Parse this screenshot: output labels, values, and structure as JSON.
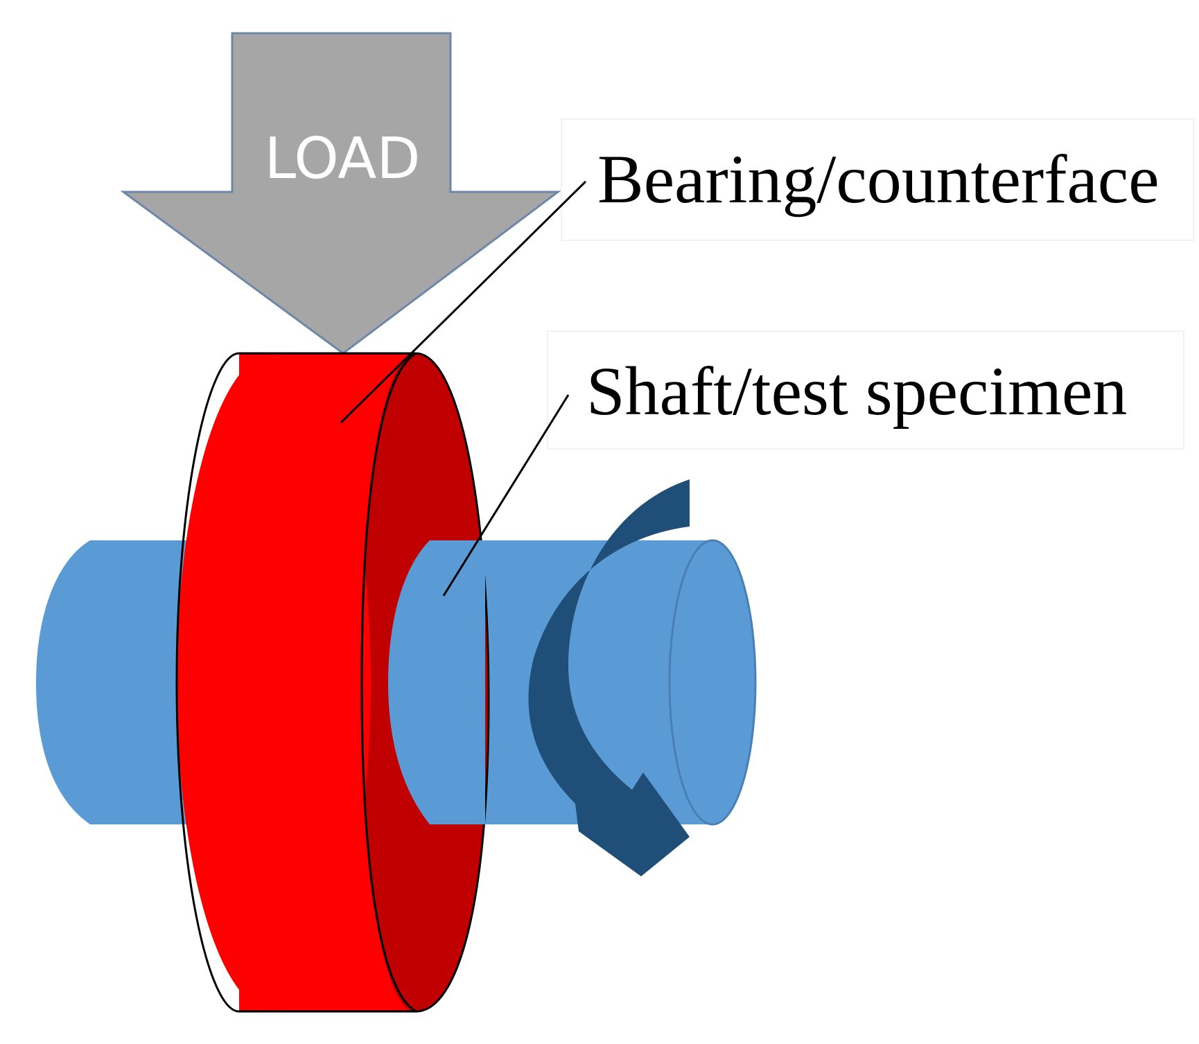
{
  "labels": {
    "load": "LOAD",
    "bearing": "Bearing/counterface",
    "shaft": "Shaft/test specimen"
  },
  "colors": {
    "load_arrow_fill": "#a6a6a6",
    "load_arrow_stroke": "#6d87a8",
    "bearing_face": "#ff0000",
    "bearing_rim": "#c00000",
    "shaft_fill": "#5b9bd5",
    "shaft_edge": "#4a7fb3",
    "rotation_arrow": "#1f4e79",
    "leader_line": "#000000"
  },
  "icons": {
    "load": "down-arrow-icon",
    "rotation": "curved-rotation-arrow-icon"
  }
}
